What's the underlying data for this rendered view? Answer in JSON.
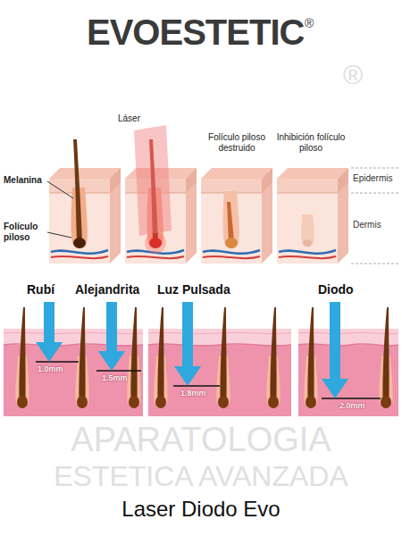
{
  "diagram": {
    "title": "EVOESTETIC",
    "caption": "Laser Diodo Evo",
    "labels": [
      "®",
      "Melanina",
      "Folículo piloso",
      "Láser",
      "Folículo piloso destruido",
      "Inhibición folículo piloso",
      "Epidermis",
      "Dermis",
      "Rubí",
      "Alejandrita",
      "Luz Pulsada",
      "Diodo",
      "1.0mm",
      "1.5mm",
      "1.8mm",
      "2.0mm",
      "®",
      "APARATOLOGIA",
      "ESTETICA AVANZADA"
    ]
  }
}
